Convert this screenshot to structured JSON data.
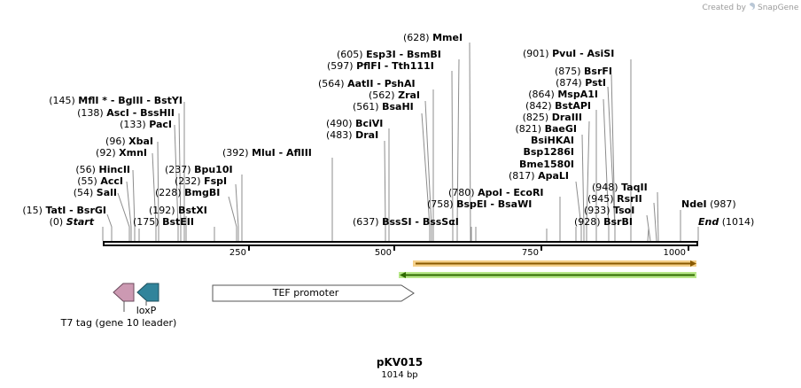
{
  "credit": {
    "prefix": "Created by",
    "brand": "SnapGene",
    "icon": "snapgene-logo-icon"
  },
  "map": {
    "name": "pKV015",
    "length_label": "1014 bp",
    "length": 1014,
    "ticks": [
      {
        "bp": 250,
        "label": "250"
      },
      {
        "bp": 500,
        "label": "500"
      },
      {
        "bp": 750,
        "label": "750"
      },
      {
        "bp": 1000,
        "label": "1000"
      }
    ]
  },
  "sites": [
    {
      "text": [
        "(0)",
        "Start"
      ],
      "style": "startend"
    },
    {
      "text": [
        "(15)",
        "TatI",
        " - BsrGI"
      ]
    },
    {
      "text": [
        "(54)",
        "SalI"
      ]
    },
    {
      "text": [
        "(55)",
        "AccI"
      ]
    },
    {
      "text": [
        "(56)",
        "HincII"
      ]
    },
    {
      "text": [
        "(92)",
        "XmnI"
      ]
    },
    {
      "text": [
        "(96)",
        "XbaI"
      ]
    },
    {
      "text": [
        "(133)",
        "PacI"
      ]
    },
    {
      "text": [
        "(138)",
        "AscI",
        " - BssHII"
      ]
    },
    {
      "text": [
        "(145)",
        "MflI *",
        " - BglII",
        " - BstYI"
      ]
    },
    {
      "text": [
        "(175)",
        "BstEII"
      ]
    },
    {
      "text": [
        "(192)",
        "BstXI"
      ]
    },
    {
      "text": [
        "(228)",
        "BmgBI"
      ]
    },
    {
      "text": [
        "(232)",
        "FspI"
      ]
    },
    {
      "text": [
        "(237)",
        "Bpu10I"
      ]
    },
    {
      "text": [
        "(392)",
        "MluI",
        " - AflIII"
      ]
    },
    {
      "text": [
        "(483)",
        "DraI"
      ]
    },
    {
      "text": [
        "(490)",
        "BciVI"
      ]
    },
    {
      "text": [
        "(561)",
        "BsaHI"
      ]
    },
    {
      "text": [
        "(562)",
        "ZraI"
      ]
    },
    {
      "text": [
        "(564)",
        "AatII",
        " - PshAI"
      ]
    },
    {
      "text": [
        "(597)",
        "PflFI",
        " - Tth111I"
      ]
    },
    {
      "text": [
        "(605)",
        "Esp3I",
        " - BsmBI"
      ]
    },
    {
      "text": [
        "(628)",
        "MmeI"
      ]
    },
    {
      "text": [
        "(637)",
        "BssSI",
        " - BssSαI"
      ]
    },
    {
      "text": [
        "(758)",
        "BspEI",
        " - BsaWI"
      ]
    },
    {
      "text": [
        "(780)",
        "ApoI",
        " - EcoRI"
      ]
    },
    {
      "text": [
        "(817)",
        "ApaLI"
      ]
    },
    {
      "text": [
        "Bme1580I"
      ]
    },
    {
      "text": [
        "Bsp1286I"
      ]
    },
    {
      "text": [
        "BsiHKAI"
      ]
    },
    {
      "text": [
        "(821)",
        "BaeGI"
      ]
    },
    {
      "text": [
        "(825)",
        "DraIII"
      ]
    },
    {
      "text": [
        "(842)",
        "BstAPI"
      ]
    },
    {
      "text": [
        "(864)",
        "MspA1I"
      ]
    },
    {
      "text": [
        "(874)",
        "PstI"
      ]
    },
    {
      "text": [
        "(875)",
        "BsrFI"
      ]
    },
    {
      "text": [
        "(901)",
        "PvuI",
        " - AsiSI"
      ]
    },
    {
      "text": [
        "(928)",
        "BsrBI"
      ]
    },
    {
      "text": [
        "(933)",
        "TsoI"
      ]
    },
    {
      "text": [
        "(945)",
        "RsrII"
      ]
    },
    {
      "text": [
        "(948)",
        "TaqII"
      ]
    },
    {
      "text": [
        "NdeI",
        "(987)"
      ],
      "style": "right"
    },
    {
      "text": [
        "End",
        "(1014)"
      ],
      "style": "end"
    }
  ],
  "features": [
    {
      "name": "T7 tag (gene 10 leader)",
      "color": "#cc99b2"
    },
    {
      "name": "loxP",
      "color": "#31849b"
    },
    {
      "name": "TEF promoter",
      "color": "#ffffff"
    },
    {
      "name": "",
      "color": "#f5a623",
      "stroke": "#8a5a00"
    },
    {
      "name": "",
      "color": "#a6e05a",
      "stroke": "#2f6a00"
    }
  ]
}
